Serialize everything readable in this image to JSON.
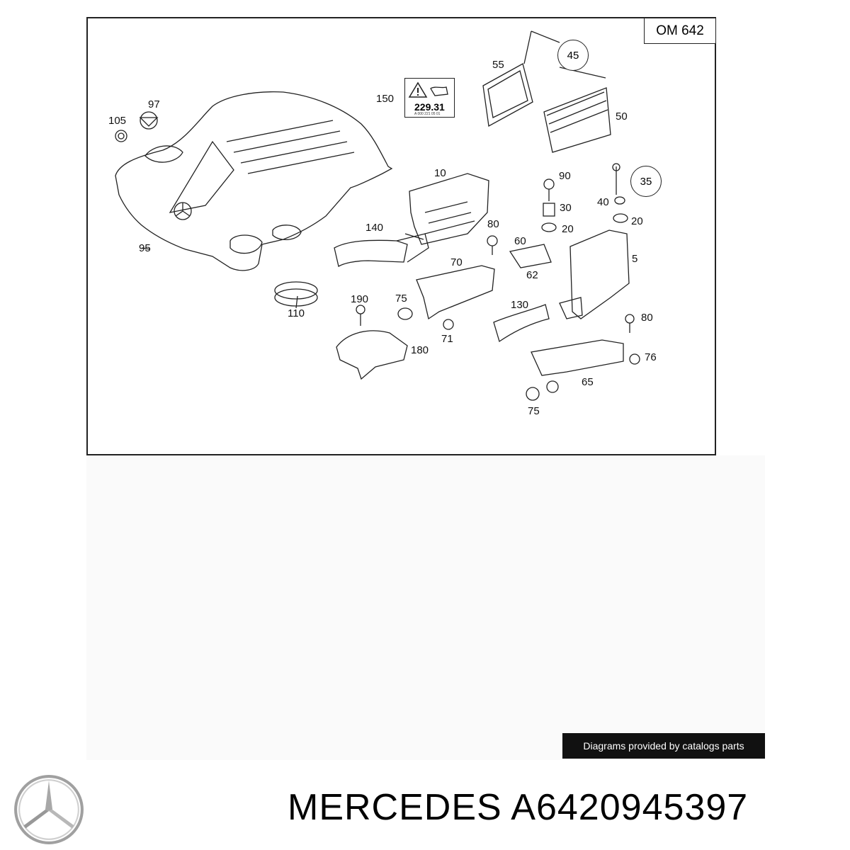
{
  "diagram": {
    "engine_code": "OM 642",
    "label_badge": {
      "code": "229.31",
      "small_text": "A 000 221 05 01"
    },
    "callouts": [
      {
        "id": "c-55",
        "text": "55"
      },
      {
        "id": "c-50",
        "text": "50"
      },
      {
        "id": "c-150",
        "text": "150"
      },
      {
        "id": "c-97",
        "text": "97"
      },
      {
        "id": "c-105",
        "text": "105"
      },
      {
        "id": "c-10",
        "text": "10"
      },
      {
        "id": "c-90",
        "text": "90"
      },
      {
        "id": "c-30",
        "text": "30"
      },
      {
        "id": "c-40",
        "text": "40"
      },
      {
        "id": "c-20a",
        "text": "20"
      },
      {
        "id": "c-20b",
        "text": "20"
      },
      {
        "id": "c-140",
        "text": "140"
      },
      {
        "id": "c-80a",
        "text": "80"
      },
      {
        "id": "c-60",
        "text": "60"
      },
      {
        "id": "c-5",
        "text": "5"
      },
      {
        "id": "c-95",
        "text": "95"
      },
      {
        "id": "c-70",
        "text": "70"
      },
      {
        "id": "c-62",
        "text": "62"
      },
      {
        "id": "c-110",
        "text": "110"
      },
      {
        "id": "c-190",
        "text": "190"
      },
      {
        "id": "c-75a",
        "text": "75"
      },
      {
        "id": "c-130",
        "text": "130"
      },
      {
        "id": "c-80b",
        "text": "80"
      },
      {
        "id": "c-71",
        "text": "71"
      },
      {
        "id": "c-180",
        "text": "180"
      },
      {
        "id": "c-76",
        "text": "76"
      },
      {
        "id": "c-65",
        "text": "65"
      },
      {
        "id": "c-75b",
        "text": "75"
      }
    ],
    "circle_callouts": [
      {
        "id": "cc-45",
        "text": "45"
      },
      {
        "id": "cc-35",
        "text": "35"
      }
    ]
  },
  "credit": "Diagrams provided by catalogs parts",
  "title": "MERCEDES A6420945397",
  "colors": {
    "line": "#222222",
    "banner_bg": "#111111",
    "logo": "#a0a0a0"
  }
}
